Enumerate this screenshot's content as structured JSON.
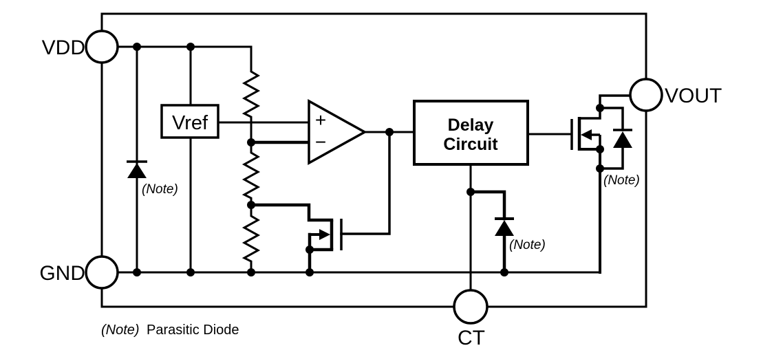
{
  "pins": {
    "vdd": "VDD",
    "gnd": "GND",
    "vout": "VOUT",
    "ct": "CT"
  },
  "blocks": {
    "vref_label": "Vref",
    "delay_line1": "Delay",
    "delay_line2": "Circuit"
  },
  "comparator": {
    "plus_label": "+",
    "minus_label": "−"
  },
  "notes": {
    "note_label": "(Note)",
    "legend_prefix": "(Note)",
    "legend_text": "Parasitic Diode"
  },
  "colors": {
    "line": "#000000",
    "background": "#ffffff"
  }
}
